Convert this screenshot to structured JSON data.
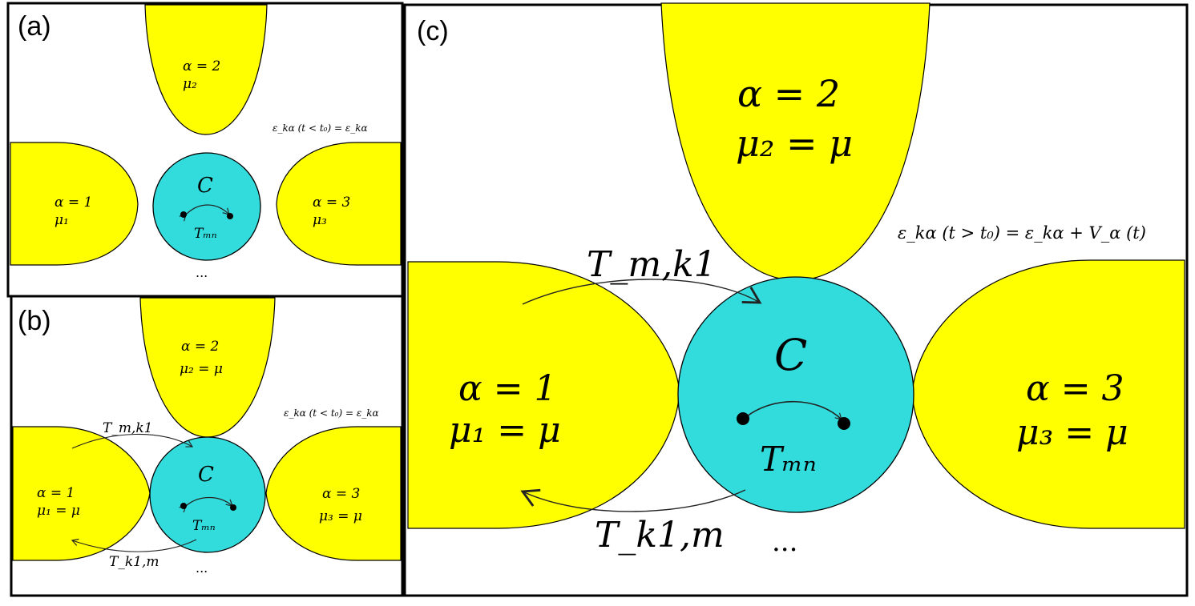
{
  "panels": {
    "a": {
      "label": "(a)",
      "lead2": {
        "alpha": "α = 2",
        "mu": "μ₂"
      },
      "lead1": {
        "alpha": "α = 1",
        "mu": "μ₁"
      },
      "lead3": {
        "alpha": "α = 3",
        "mu": "μ₃"
      },
      "center": "C",
      "t_internal": "Tₘₙ",
      "energy": "ε_kα (t < t₀) = ε_kα",
      "ellipsis": "..."
    },
    "b": {
      "label": "(b)",
      "lead2": {
        "alpha": "α = 2",
        "mu": "μ₂ = μ"
      },
      "lead1": {
        "alpha": "α = 1",
        "mu": "μ₁ = μ"
      },
      "lead3": {
        "alpha": "α = 3",
        "mu": "μ₃ = μ"
      },
      "center": "C",
      "t_internal": "Tₘₙ",
      "t_in": "T_m,k1",
      "t_out": "T_k1,m",
      "energy": "ε_kα (t < t₀) = ε_kα",
      "ellipsis": "..."
    },
    "c": {
      "label": "(c)",
      "lead2": {
        "alpha": "α = 2",
        "mu": "μ₂ = μ"
      },
      "lead1": {
        "alpha": "α = 1",
        "mu": "μ₁ = μ"
      },
      "lead3": {
        "alpha": "α = 3",
        "mu": "μ₃ = μ"
      },
      "center": "C",
      "t_internal": "Tₘₙ",
      "t_in": "T_m,k1",
      "t_out": "T_k1,m",
      "energy": "ε_kα (t > t₀) = ε_kα + V_α (t)",
      "ellipsis": "..."
    }
  },
  "colors": {
    "lead": "#ffff00",
    "center": "#33dcdc",
    "frame": "#000000"
  }
}
